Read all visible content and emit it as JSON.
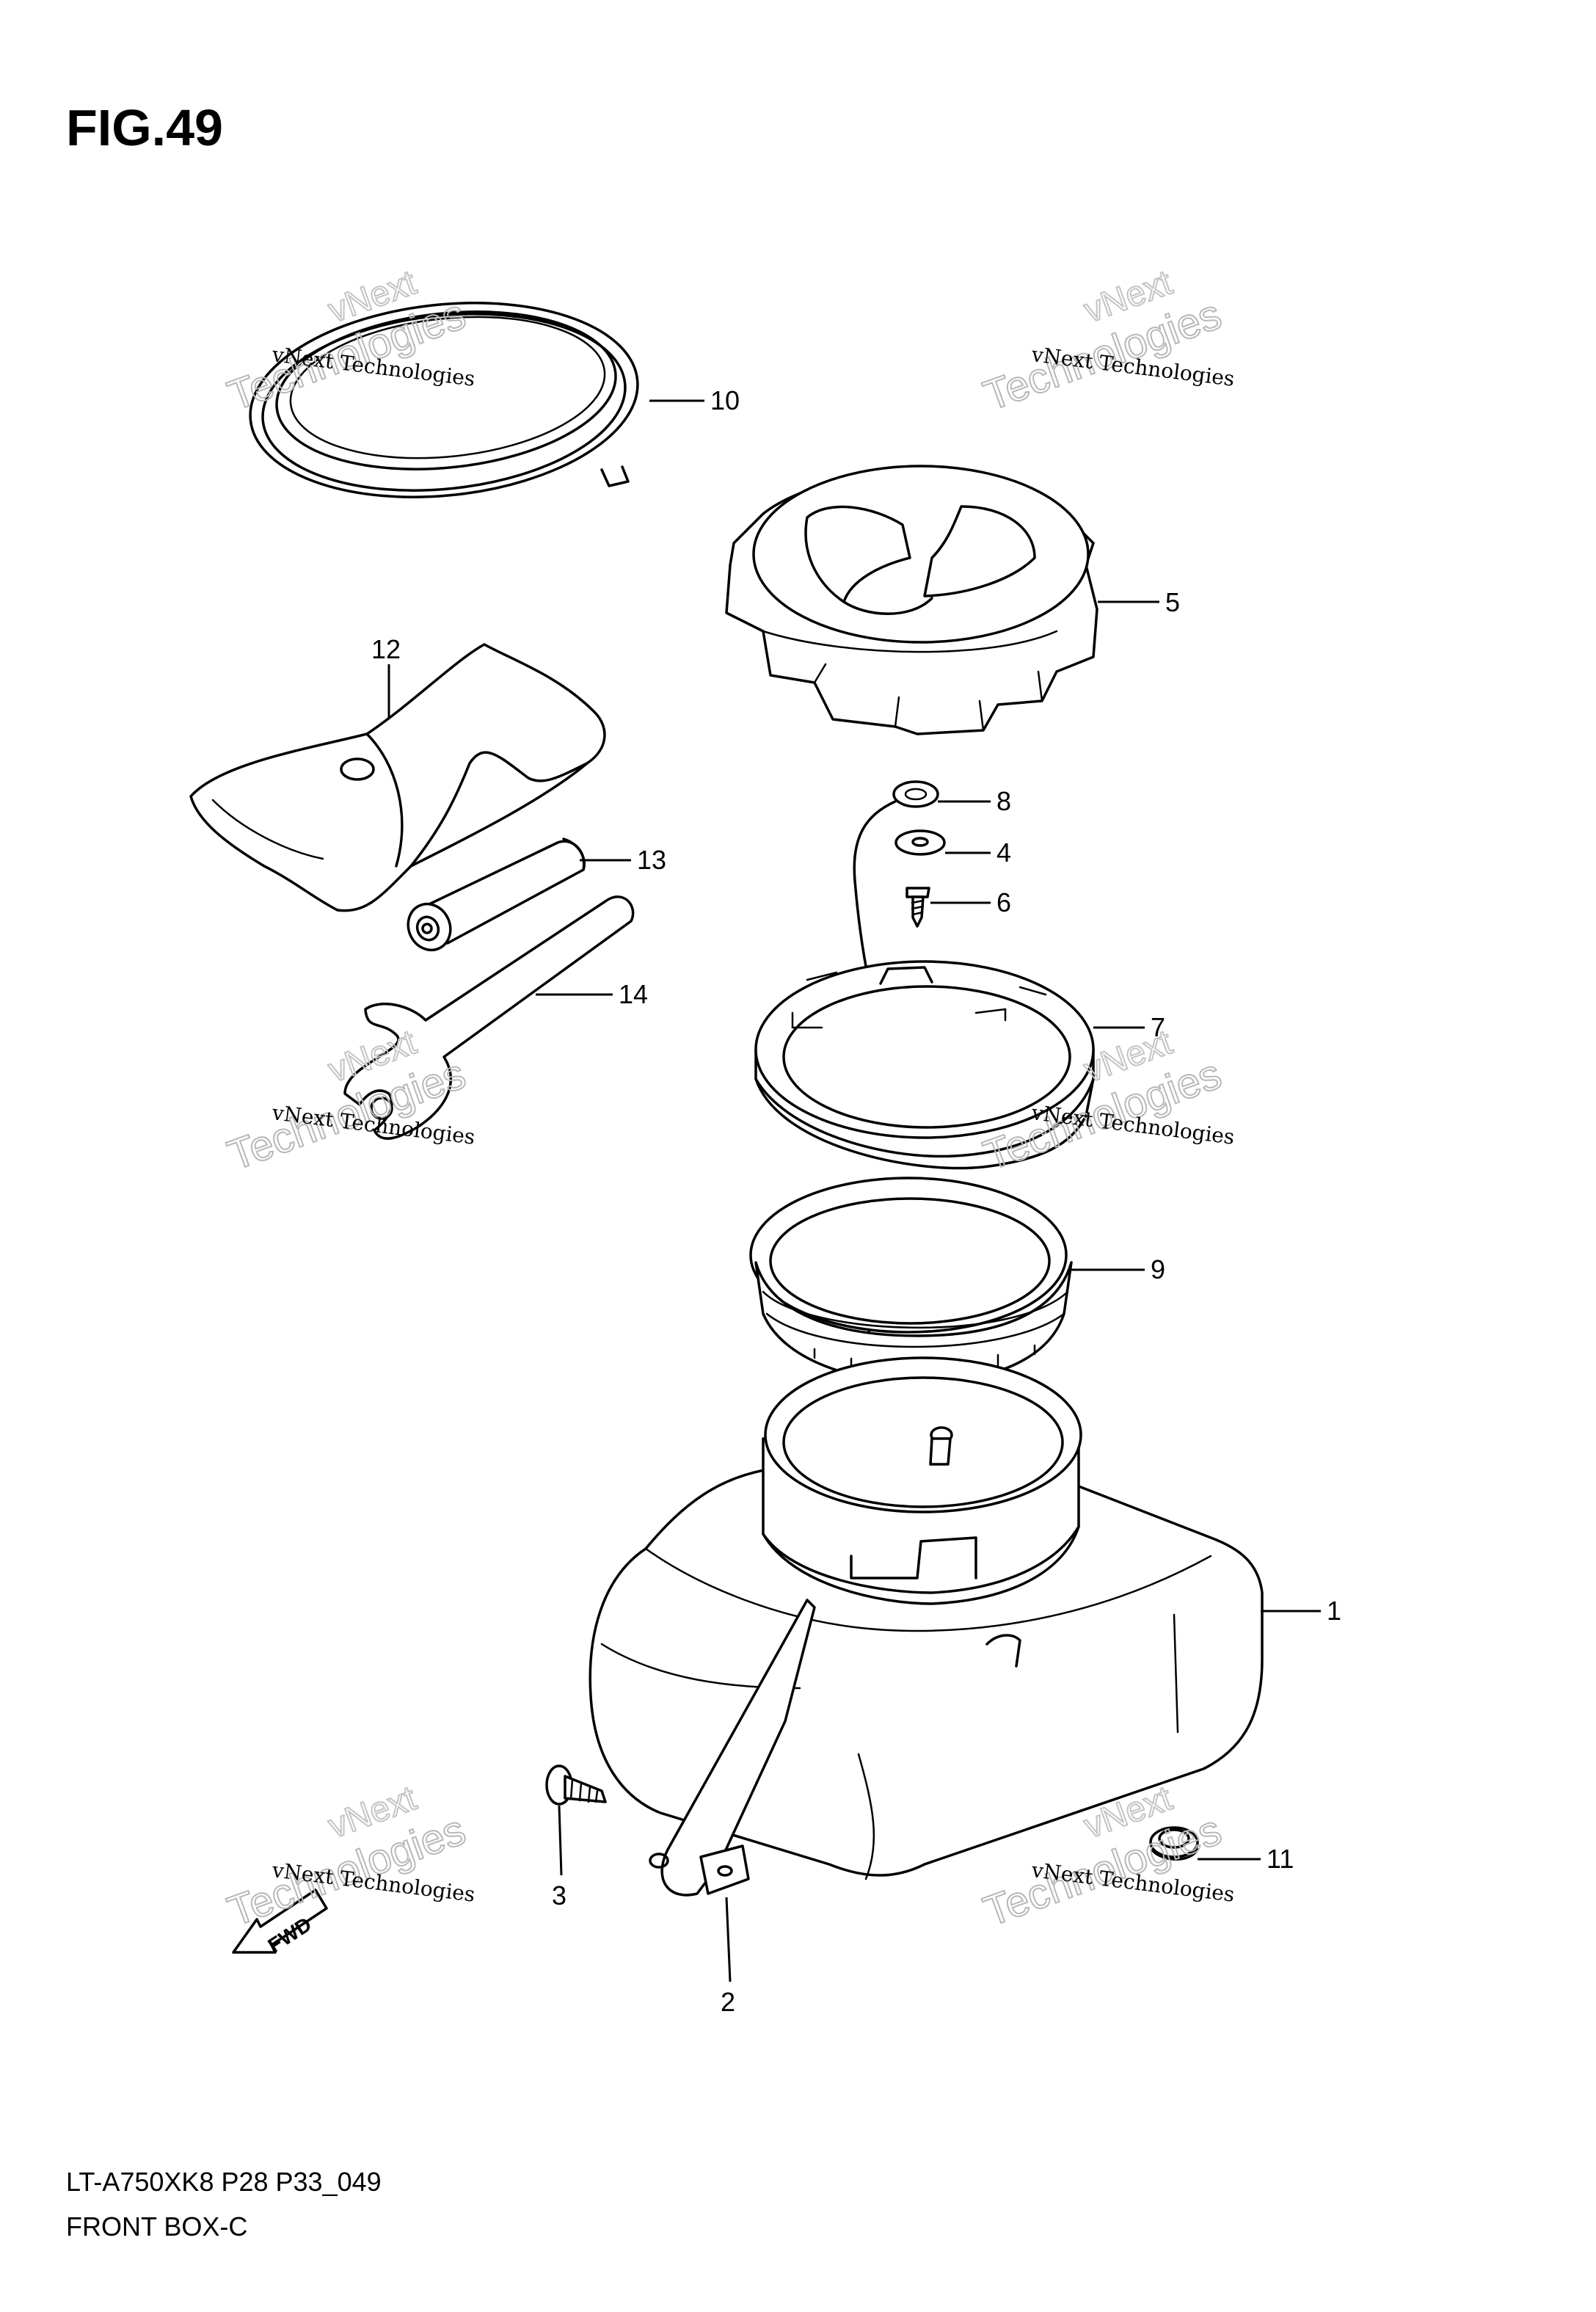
{
  "figure": {
    "title": "FIG.49",
    "caption_line1": "LT-A750XK8 P28 P33_049",
    "caption_line2": "FRONT BOX-C"
  },
  "watermark": {
    "line_small": "vNext Technologies",
    "line_big_1": "vNext",
    "line_big_2": "Technologies"
  },
  "direction_arrow": {
    "label": "FWD"
  },
  "callouts": {
    "p1": "1",
    "p2": "2",
    "p3": "3",
    "p4": "4",
    "p5": "5",
    "p6": "6",
    "p7": "7",
    "p8": "8",
    "p9": "9",
    "p10": "10",
    "p11": "11",
    "p12": "12",
    "p13": "13",
    "p14": "14"
  }
}
